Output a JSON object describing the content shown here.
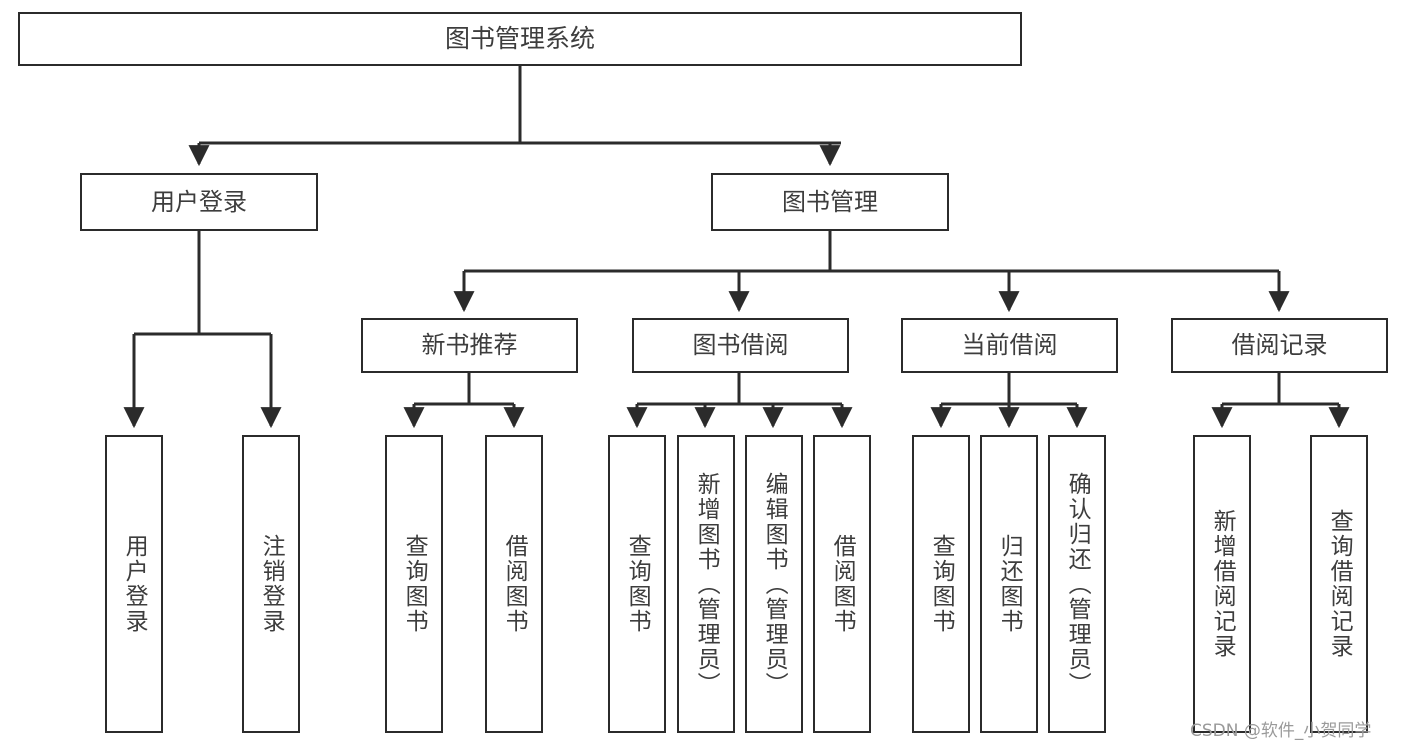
{
  "diagram": {
    "title": "图书管理系统",
    "watermark": "CSDN @软件_小贺同学",
    "colors": {
      "box_border": "#2b2b2b",
      "box_fill": "#ffffff",
      "connector": "#2b2b2b",
      "text": "#3d3d3d",
      "watermark": "#9a9a9a",
      "background": "#ffffff"
    },
    "root": {
      "label": "图书管理系统"
    },
    "level2": [
      {
        "label": "用户登录"
      },
      {
        "label": "图书管理"
      }
    ],
    "level3": [
      {
        "label": "新书推荐"
      },
      {
        "label": "图书借阅"
      },
      {
        "label": "当前借阅"
      },
      {
        "label": "借阅记录"
      }
    ],
    "leaves": {
      "user_login": [
        {
          "label": "用户登录"
        },
        {
          "label": "注销登录"
        }
      ],
      "new_book_recommend": [
        {
          "label": "查询图书"
        },
        {
          "label": "借阅图书"
        }
      ],
      "book_borrow": [
        {
          "label": "查询图书"
        },
        {
          "label": "新增图书（管理员）"
        },
        {
          "label": "编辑图书（管理员）"
        },
        {
          "label": "借阅图书"
        }
      ],
      "current_borrow": [
        {
          "label": "查询图书"
        },
        {
          "label": "归还图书"
        },
        {
          "label": "确认归还（管理员）"
        }
      ],
      "borrow_records": [
        {
          "label": "新增借阅记录"
        },
        {
          "label": "查询借阅记录"
        }
      ]
    }
  }
}
